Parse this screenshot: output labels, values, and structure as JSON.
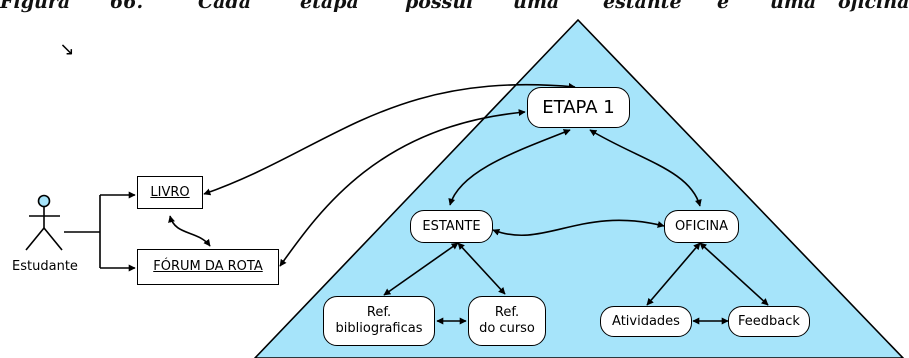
{
  "caption": {
    "words": [
      "Figura",
      "66.",
      "Cada",
      "etapa",
      "possui",
      "uma",
      "estante",
      "e",
      "uma",
      "oficina"
    ]
  },
  "arrow_glyph": "↘",
  "colors": {
    "triangle": "#a6e4fa",
    "stroke": "#000000"
  },
  "actor": {
    "label": "Estudante"
  },
  "external": {
    "livro": "LIVRO",
    "forum": "FÓRUM DA ROTA"
  },
  "nodes": {
    "etapa": "ETAPA 1",
    "estante": "ESTANTE",
    "oficina": "OFICINA",
    "ref_bib": "Ref.\nbibliograficas",
    "ref_curso": "Ref.\ndo curso",
    "atividades": "Atividades",
    "feedback": "Feedback"
  }
}
